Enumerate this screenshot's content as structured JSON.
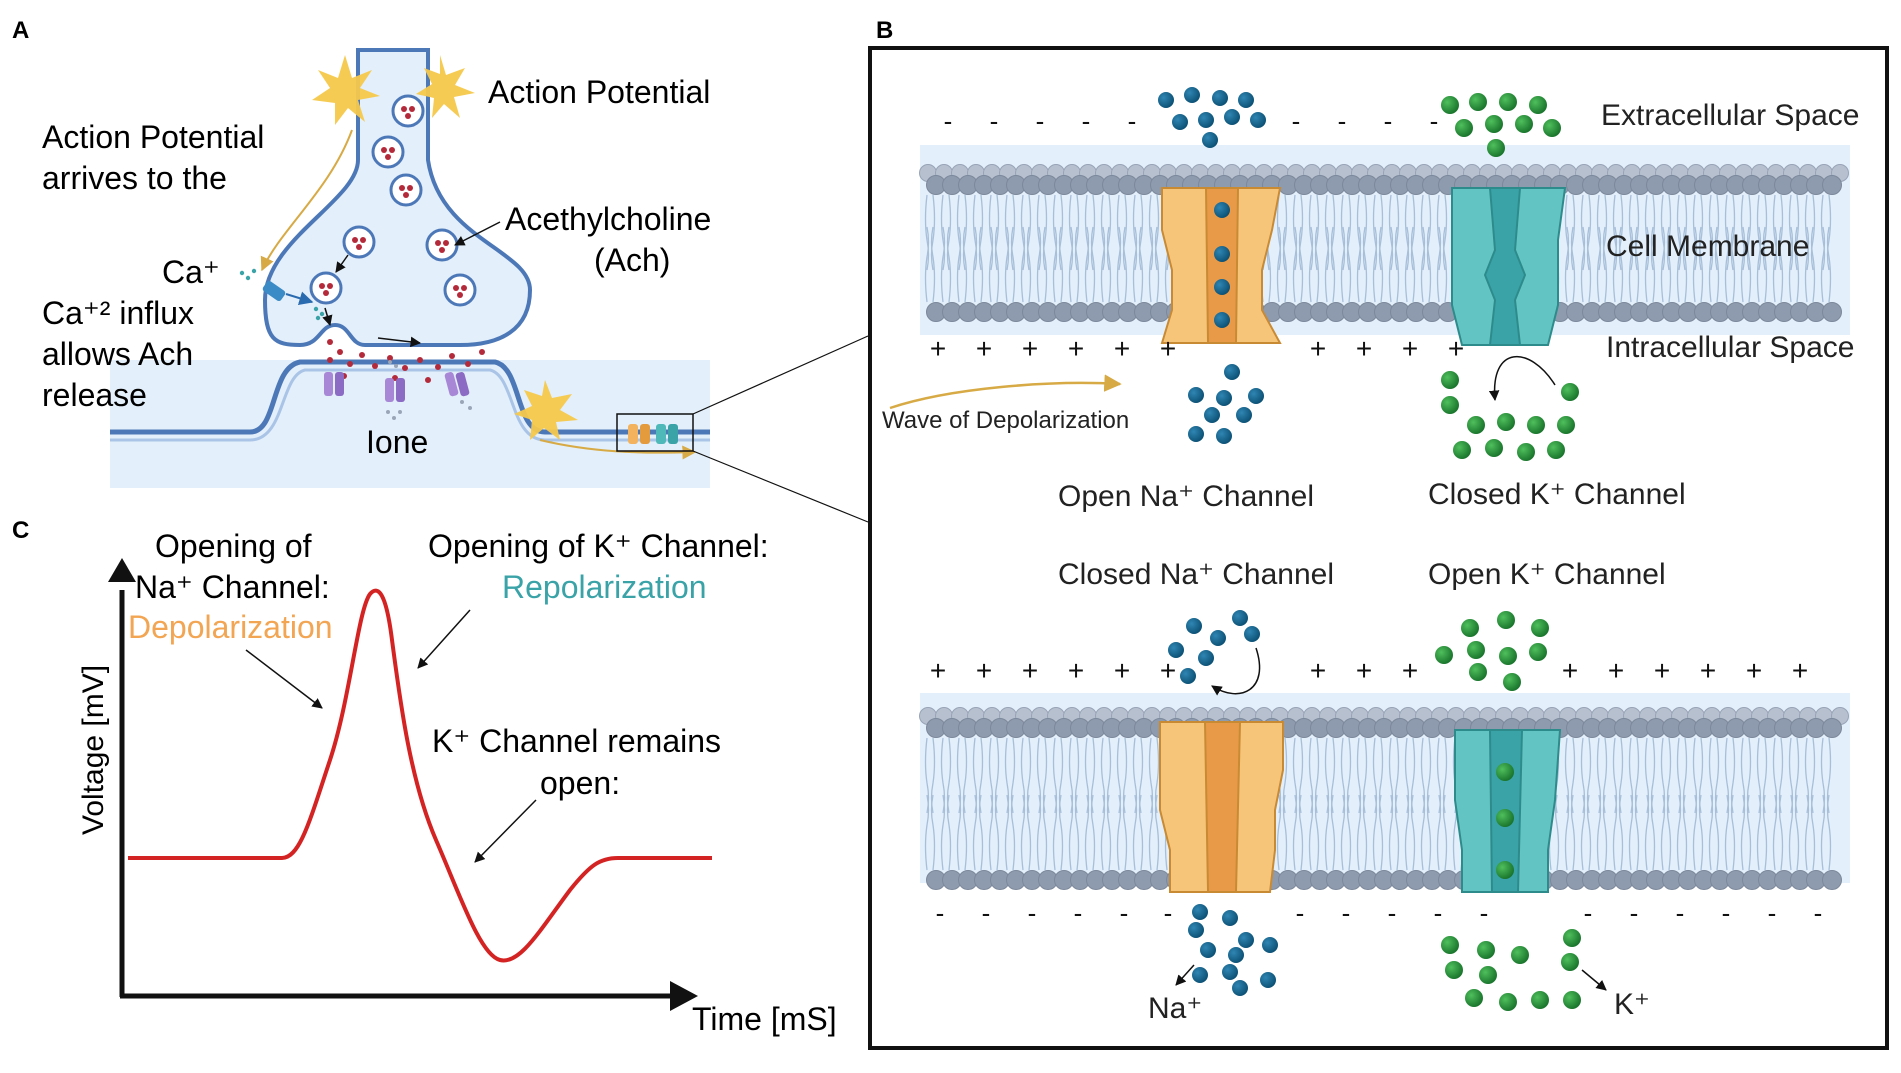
{
  "panels": {
    "a": {
      "letter": "A",
      "action_potential": "Action Potential",
      "arrives_line1": "Action Potential",
      "arrives_line2": "arrives to the",
      "acetylcholine_line1": "Acethylcholine",
      "acetylcholine_line2": "(Ach)",
      "ca": "Ca⁺",
      "ca_influx_line1": "Ca⁺² influx",
      "ca_influx_line2": "allows Ach",
      "ca_influx_line3": "release",
      "ione": "Ione"
    },
    "b": {
      "letter": "B",
      "extracellular": "Extracellular Space",
      "cell_membrane": "Cell Membrane",
      "intracellular": "Intracellular Space",
      "wave": "Wave of Depolarization",
      "open_na": "Open Na⁺ Channel",
      "closed_k": "Closed K⁺ Channel",
      "closed_na": "Closed Na⁺ Channel",
      "open_k": "Open K⁺ Channel",
      "na_label": "Na⁺",
      "k_label": "K⁺",
      "minus": "-",
      "plus": "+"
    },
    "c": {
      "letter": "C",
      "opening_na_line1": "Opening of",
      "opening_na_line2": "Na⁺ Channel:",
      "depolarization": "Depolarization",
      "opening_k": "Opening of K⁺ Channel:",
      "repolarization": "Repolarization",
      "k_remains_line1": "K⁺ Channel remains",
      "k_remains_line2": "open:",
      "ylabel": "Voltage [mV]",
      "xlabel": "Time [mS]"
    }
  },
  "colors": {
    "membrane_fill": "#e3effa",
    "membrane_stroke": "#4d78b8",
    "lipid_head": "#8e9aad",
    "na_channel": "#f2b25e",
    "k_channel": "#4fb8b8",
    "na_ion": "#0e5f87",
    "k_ion": "#239133",
    "trace": "#d42323",
    "depolarization_text": "#f2a552",
    "repolarization_text": "#3aa3a8",
    "arrow_gold": "#d7aa45",
    "vesicle_dot": "#b52a3a"
  }
}
